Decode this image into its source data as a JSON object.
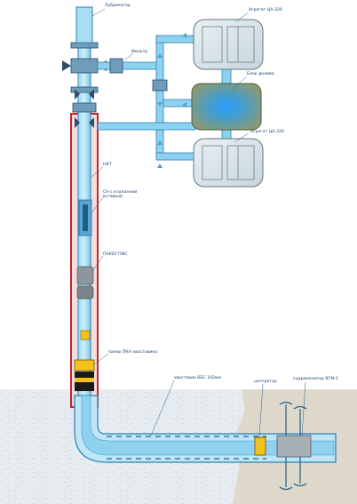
{
  "labels": {
    "lubricator": "Лубрикатор",
    "filter": "Фильтр",
    "unit_top": "Агрегат ЦА-320",
    "mixing_block": "Блок долива",
    "unit_bottom": "Агрегат ЦА-320",
    "nkt": "НКТ",
    "sn_valve": "СН с клапанной вставкой",
    "packer_pms": "ПАКЕР ПМС",
    "packer_pkn": "пакер ПКН хвостовика",
    "liner": "хвостовик ВБС 102мм",
    "centralizer": "центратор",
    "hydromonitor": "гидромонитор ВГМ-2"
  },
  "colors": {
    "pipe_fill": "#8ed2ef",
    "pipe_stroke": "#2e7fb4",
    "casing": "#c8232c",
    "tank_fill": "#d7e3e8",
    "mix_center": "#1f8ff0",
    "mix_edge": "#8b9a72",
    "formation": "#e3e9ee"
  }
}
